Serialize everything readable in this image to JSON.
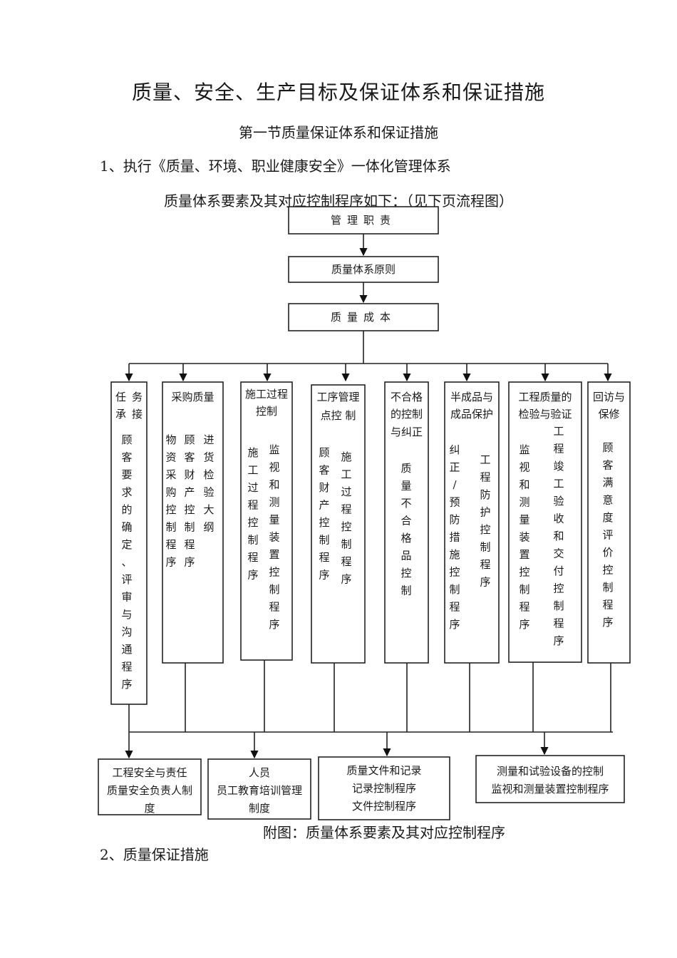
{
  "document": {
    "title": "质量、安全、生产目标及保证体系和保证措施",
    "section": "第一节质量保证体系和保证措施",
    "paragraph1": "1、执行《质量、环境、职业健康安全》一体化管理体系",
    "paragraph2": "质量体系要素及其对应控制程序如下：（见下页流程图）",
    "caption": "附图：质量体系要素及其对应控制程序",
    "paragraph3": "2、质量保证措施"
  },
  "flowchart": {
    "top_boxes": [
      "管理职责",
      "质量体系原则",
      "质量成本"
    ],
    "elements": [
      {
        "header": "任务承接",
        "columns": [
          "顾客要求的确定、评审与沟通程序"
        ]
      },
      {
        "header": "采购质量",
        "columns": [
          "物资采购控制程序",
          "顾客财产控制程序",
          "进货检验大纲"
        ]
      },
      {
        "header": "施工过程控制",
        "columns": [
          "施工过程控制程序",
          "监视和测量装置控制程序"
        ]
      },
      {
        "header": "工序管理点控制",
        "columns": [
          "顾客财产控制程序",
          "施工过程控制程序"
        ]
      },
      {
        "header": "不合格的控制与纠正",
        "columns": [
          "质量不合格品控制"
        ]
      },
      {
        "header": "半成品与成品保护",
        "columns": [
          "纠正/预防措施控制程序",
          "工程防护控制程序"
        ]
      },
      {
        "header": "工程质量的检验与验证",
        "columns": [
          "监视和测量装置控制程序",
          "工程竣工验收和交付控制程序"
        ]
      },
      {
        "header": "回访与保修",
        "columns": [
          "顾客满意度评价控制程序"
        ]
      }
    ],
    "bottom_boxes": [
      [
        "工程安全与责任",
        "质量安全负责人制",
        "度"
      ],
      [
        "人员",
        "员工教育培训管理",
        "制度"
      ],
      [
        "质量文件和记录",
        "记录控制程序",
        "文件控制程序"
      ],
      [
        "测量和试验设备的控制",
        "监视和测量装置控制程序"
      ]
    ]
  }
}
